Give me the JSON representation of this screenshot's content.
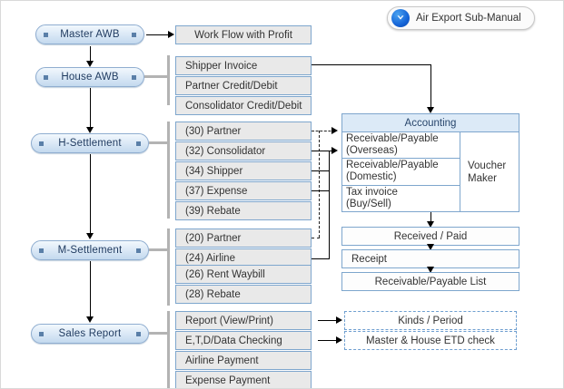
{
  "badge": {
    "label": "Air Export Sub-Manual",
    "icon": "chevron-down-circle-icon",
    "color": "#1565d8"
  },
  "nodes": [
    {
      "label": "Master AWB"
    },
    {
      "label": "House AWB"
    },
    {
      "label": "H-Settlement"
    },
    {
      "label": "M-Settlement"
    },
    {
      "label": "Sales Report"
    }
  ],
  "master_items": [
    {
      "label": "Work Flow with Profit"
    }
  ],
  "house_items": [
    {
      "label": "Shipper Invoice"
    },
    {
      "label": "Partner Credit/Debit"
    },
    {
      "label": "Consolidator Credit/Debit"
    }
  ],
  "h_settlement_items": [
    {
      "label": "(30) Partner"
    },
    {
      "label": "(32) Consolidator"
    },
    {
      "label": "(34) Shipper"
    },
    {
      "label": "(37) Expense"
    },
    {
      "label": "(39) Rebate"
    }
  ],
  "m_settlement_items": [
    {
      "label": "(20) Partner"
    },
    {
      "label": "(24) Airline"
    },
    {
      "label": "(26) Rent Waybill"
    },
    {
      "label": "(28) Rebate"
    }
  ],
  "sales_report_items": [
    {
      "label": "Report (View/Print)"
    },
    {
      "label": "E,T,D/Data Checking"
    },
    {
      "label": "Airline Payment"
    },
    {
      "label": "Expense Payment"
    }
  ],
  "accounting": {
    "title": "Accounting",
    "rows": [
      {
        "line1": "Receivable/Payable",
        "line2": "(Overseas)"
      },
      {
        "line1": "Receivable/Payable",
        "line2": "(Domestic)"
      },
      {
        "line1": "Tax invoice",
        "line2": "(Buy/Sell)"
      }
    ],
    "side": "Voucher Maker"
  },
  "accounting_outputs": [
    {
      "label": "Received / Paid"
    },
    {
      "label": "Receipt"
    },
    {
      "label": "Receivable/Payable List"
    }
  ],
  "report_outputs": [
    {
      "label": "Kinds / Period"
    },
    {
      "label": "Master &  House ETD check"
    }
  ]
}
